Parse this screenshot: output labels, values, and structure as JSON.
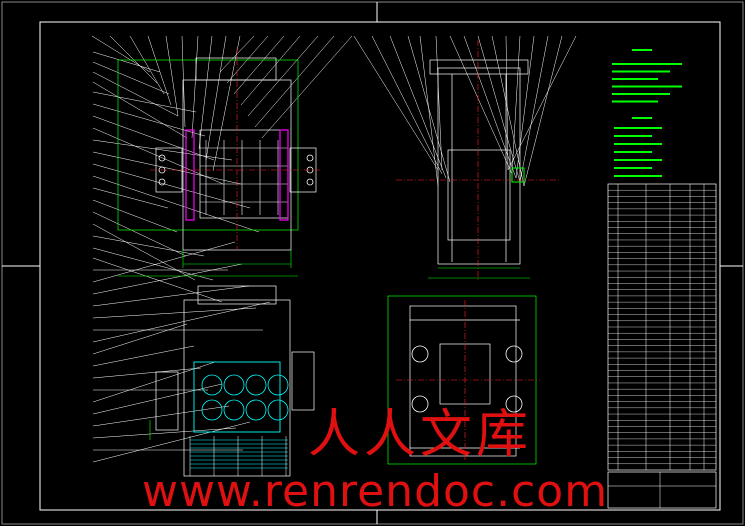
{
  "watermark": {
    "chinese": "人人文库",
    "url": "www.renrendoc.com"
  },
  "colors": {
    "background": "#000000",
    "border": "#ffffff",
    "part_lines": "#ffffff",
    "dimension": "#00ff00",
    "centerline": "#ff2020",
    "cylinder": "#ff00ff",
    "hatch": "#00ffff",
    "watermark": "#e01010"
  },
  "notes_panel": {
    "section_count": 2,
    "tech_requirement_lines": 6,
    "tech_parameter_lines": 7
  },
  "parts_table": {
    "row_count": 46
  },
  "drawing_views": [
    "front-view-top",
    "side-view",
    "front-view-section",
    "top-view"
  ]
}
